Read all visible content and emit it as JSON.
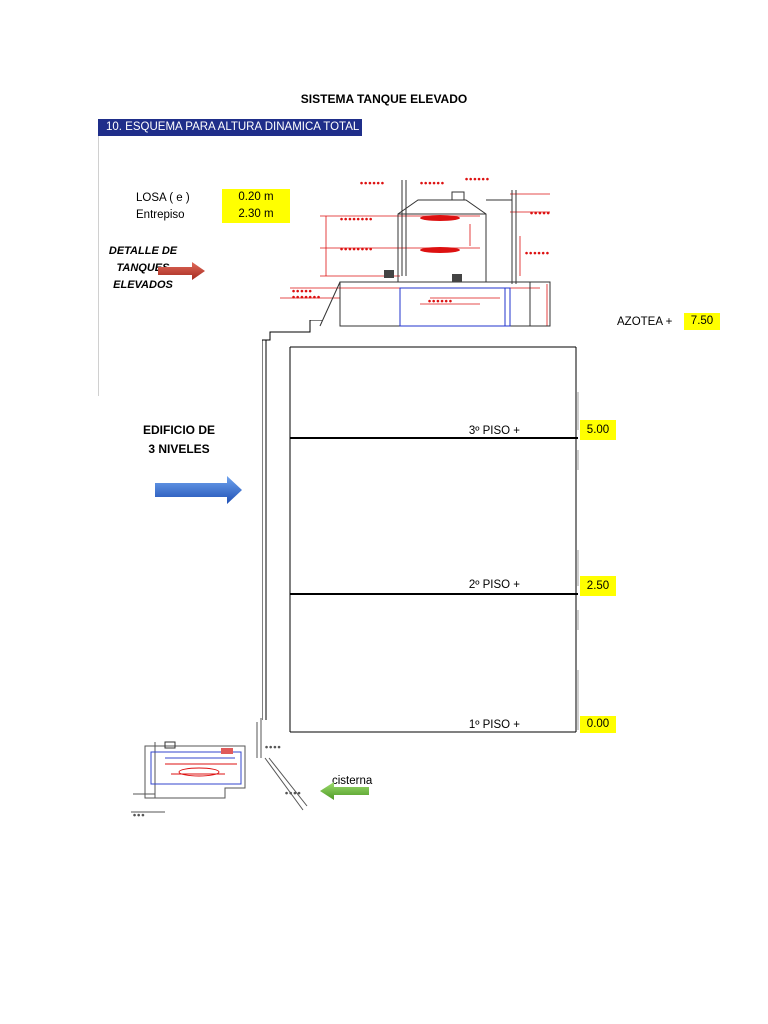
{
  "title": "SISTEMA TANQUE ELEVADO",
  "section": "10. ESQUEMA PARA ALTURA DINAMICA TOTAL",
  "params": [
    {
      "label": "LOSA ( e )",
      "value": "0.20 m"
    },
    {
      "label": "Entrepiso",
      "value": "2.30 m"
    }
  ],
  "detalle": [
    "DETALLE DE",
    "TANQUES",
    "ELEVADOS"
  ],
  "edificio": [
    "EDIFICIO DE",
    "3 NIVELES"
  ],
  "azotea": {
    "label": "AZOTEA   +",
    "value": "7.50"
  },
  "floors": [
    {
      "label": "3º PISO  +",
      "value": "5.00"
    },
    {
      "label": "2º PISO  +",
      "value": "2.50"
    },
    {
      "label": "1º PISO  +",
      "value": "0.00"
    }
  ],
  "cisterna": "cisterna",
  "colors": {
    "highlight": "#ffff00",
    "section_bar": "#1f2e8a",
    "arrow_red": "#c0392b",
    "arrow_blue": "#2e6fd6",
    "arrow_green": "#6abf3a"
  }
}
